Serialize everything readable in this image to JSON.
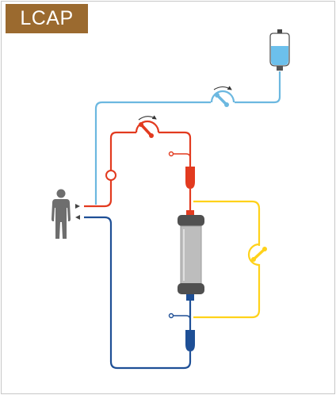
{
  "title": "LCAP",
  "colors": {
    "title_bg": "#9b6a2f",
    "saline_line": "#6cb8e0",
    "arterial_line": "#e23a1f",
    "venous_line": "#1e4f96",
    "filtrate_line": "#ffd21a",
    "column_body": "#bdbdbd",
    "column_caps": "#505050",
    "patient": "#6e6e6e",
    "saline_fluid": "#6cc0ec"
  },
  "components": {
    "patient": "patient-figure",
    "saline_bag": "saline-bag-icon",
    "saline_pump": "roller-pump-icon",
    "blood_pump": "roller-pump-icon",
    "filtrate_pump": "roller-pump-icon",
    "column": "adsorption-column",
    "arterial_chamber": "drip-chamber-icon",
    "venous_chamber": "drip-chamber-icon"
  }
}
